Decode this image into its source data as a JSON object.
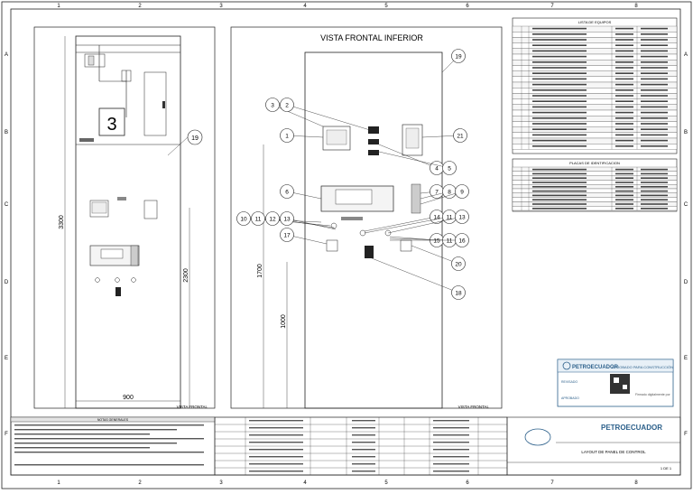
{
  "grid": {
    "columns": [
      "1",
      "2",
      "3",
      "4",
      "5",
      "6",
      "7",
      "8"
    ],
    "rows": [
      "A",
      "B",
      "C",
      "D",
      "E",
      "F"
    ]
  },
  "left_view": {
    "panel_number": "3",
    "dim_height": "3300",
    "dim_inner_height": "2300",
    "dim_width": "900",
    "callout": "19",
    "view_label": "VISTA FRONTAL"
  },
  "right_view": {
    "title": "VISTA FRONTAL INFERIOR",
    "dim_a": "1700",
    "dim_b": "1000",
    "view_label": "VISTA FRONTAL",
    "callouts": [
      {
        "id": "c19",
        "text": "19"
      },
      {
        "id": "c3",
        "text": "3"
      },
      {
        "id": "c2",
        "text": "2"
      },
      {
        "id": "c1",
        "text": "1"
      },
      {
        "id": "c21",
        "text": "21"
      },
      {
        "id": "c4",
        "text": "4"
      },
      {
        "id": "c5",
        "text": "5"
      },
      {
        "id": "c6",
        "text": "6"
      },
      {
        "id": "c7",
        "text": "7"
      },
      {
        "id": "c8",
        "text": "8"
      },
      {
        "id": "c9",
        "text": "9"
      },
      {
        "id": "c10",
        "text": "10"
      },
      {
        "id": "c11a",
        "text": "11"
      },
      {
        "id": "c12",
        "text": "12"
      },
      {
        "id": "c13a",
        "text": "13"
      },
      {
        "id": "c14",
        "text": "14"
      },
      {
        "id": "c11b",
        "text": "11"
      },
      {
        "id": "c13b",
        "text": "13"
      },
      {
        "id": "c15",
        "text": "15"
      },
      {
        "id": "c11c",
        "text": "11"
      },
      {
        "id": "c16",
        "text": "16"
      },
      {
        "id": "c17",
        "text": "17"
      },
      {
        "id": "c20",
        "text": "20"
      },
      {
        "id": "c18",
        "text": "18"
      }
    ]
  },
  "tables": {
    "equipment_title": "LISTA DE EQUIPOS",
    "equipment_rows": 22,
    "labels_title": "PLACAS DE IDENTIFICACION",
    "labels_rows": 10
  },
  "stamp": {
    "company": "PETROECUADOR",
    "status": "APROBADO PARA CONSTRUCCIÓN",
    "signed_by": "Firmado digitalmente por",
    "role_1": "REVISADO",
    "role_2": "APROBADO"
  },
  "title_block": {
    "company": "PETROECUADOR",
    "drawing_title": "LAYOUT DE PANEL DE CONTROL",
    "sheet": "1 DE 1"
  },
  "notes_title": "NOTAS GENERALES"
}
